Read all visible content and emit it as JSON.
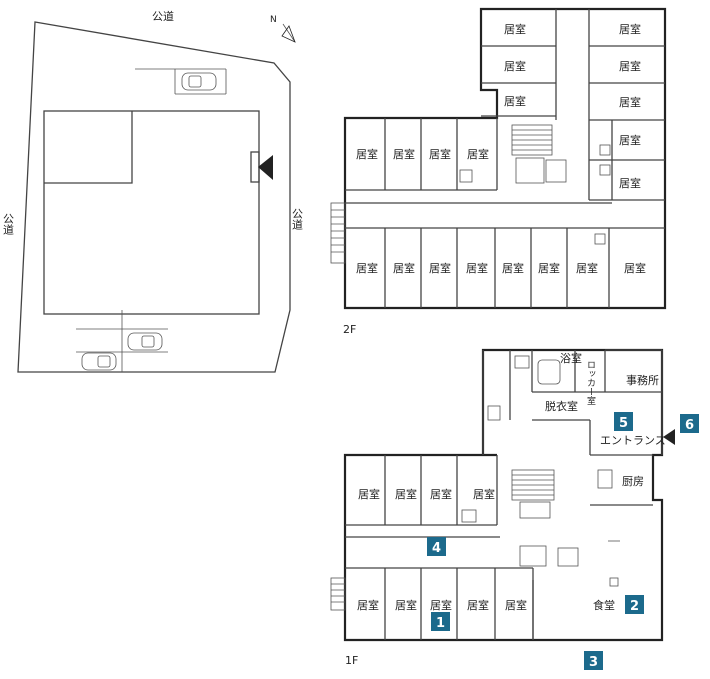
{
  "site": {
    "road_top": "公道",
    "road_left": "公道",
    "road_right": "公道",
    "north": "N"
  },
  "floor2": {
    "label": "2F",
    "room": "居室"
  },
  "floor1": {
    "label": "1F",
    "room": "居室",
    "bath": "浴室",
    "locker": "ロッカー室",
    "dressing": "脱衣室",
    "office": "事務所",
    "entrance": "エントランス",
    "kitchen": "厨房",
    "dining": "食堂"
  },
  "markers": [
    "1",
    "2",
    "3",
    "4",
    "5",
    "6"
  ],
  "colors": {
    "marker": "#1c6a8c",
    "wall": "#444444"
  }
}
